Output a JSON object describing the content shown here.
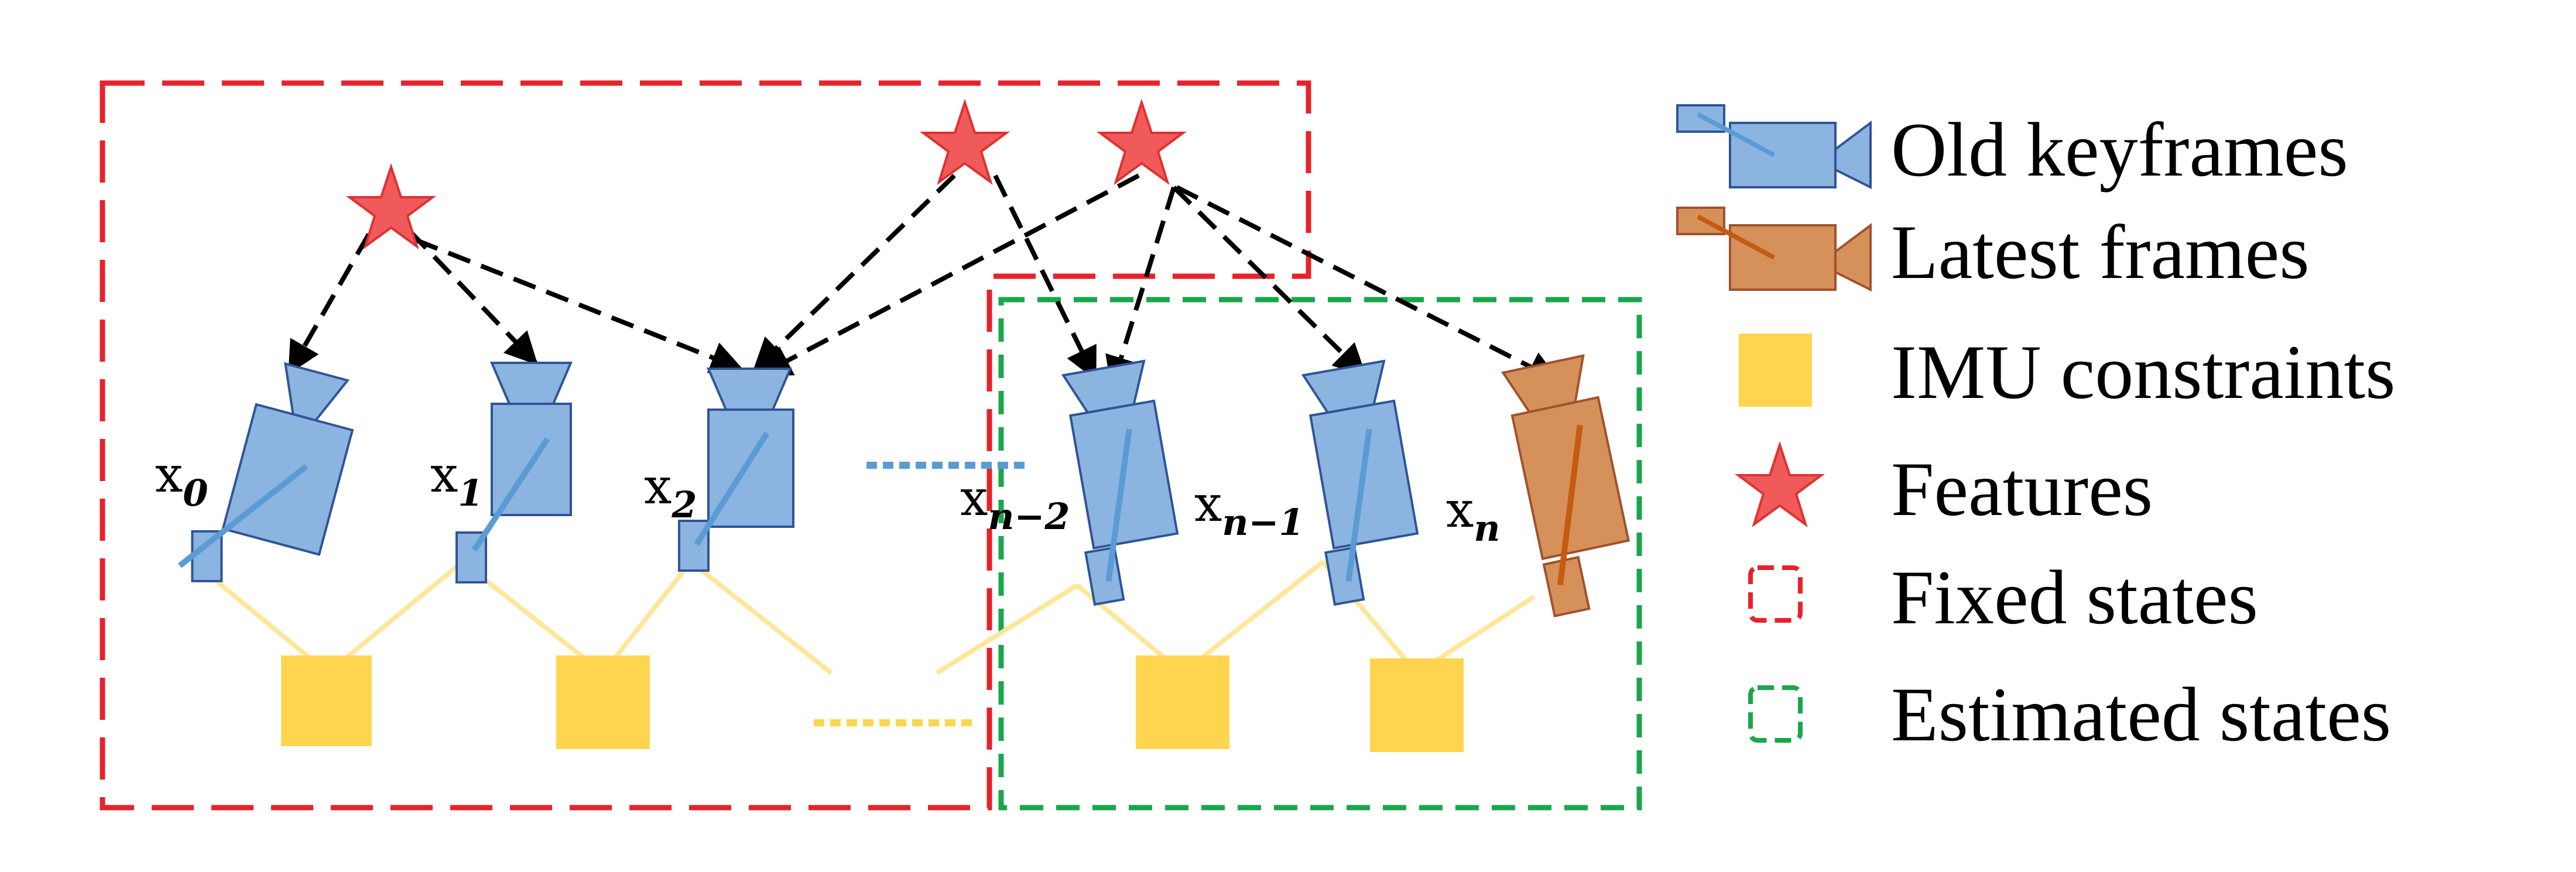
{
  "colors": {
    "old_keyframe_fill": "#8cb4e0",
    "old_keyframe_stroke": "#2f5597",
    "old_keyframe_axis": "#5b9bd5",
    "latest_frame_fill": "#d6905a",
    "latest_frame_stroke": "#a0522d",
    "latest_frame_axis": "#c55a11",
    "imu_fill": "#ffd54f",
    "imu_line": "#ffe699",
    "feature_fill": "#f05a5a",
    "feature_stroke": "#e03030",
    "fixed_box": "#e8222a",
    "estimated_box": "#1aa64b",
    "arrow": "#000000"
  },
  "legend": {
    "old_keyframes": "Old keyframes",
    "latest_frames": "Latest frames",
    "imu_constraints": "IMU constraints",
    "features": "Features",
    "fixed_states": "Fixed states",
    "estimated_states": "Estimated states"
  },
  "nodes": {
    "x0": {
      "base": "x",
      "sub": "0"
    },
    "x1": {
      "base": "x",
      "sub": "1"
    },
    "x2": {
      "base": "x",
      "sub": "2"
    },
    "xn2": {
      "base": "x",
      "sub": "n−2"
    },
    "xn1": {
      "base": "x",
      "sub": "n−1"
    },
    "xn": {
      "base": "x",
      "sub": "n"
    }
  }
}
